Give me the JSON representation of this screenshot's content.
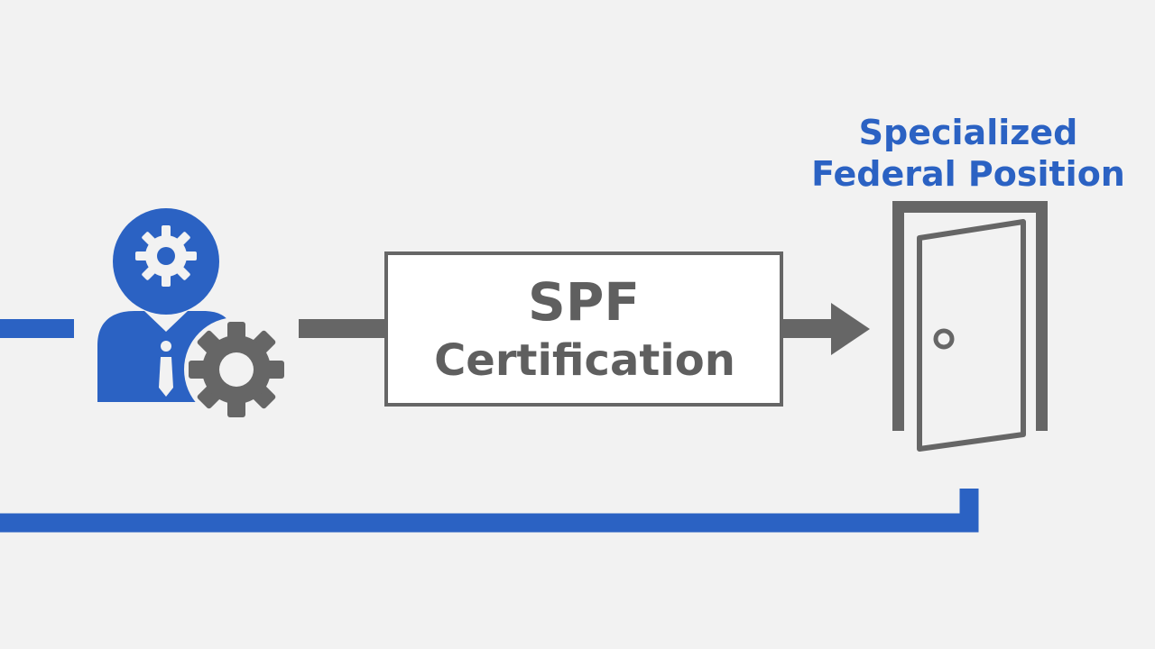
{
  "diagram": {
    "process_box": {
      "line1": "SPF",
      "line2": "Certification"
    },
    "destination": {
      "line1": "Specialized",
      "line2": "Federal Position"
    }
  },
  "colors": {
    "background": "#f2f2f2",
    "blue": "#2b62c3",
    "gray": "#666666",
    "box_fill": "#ffffff"
  },
  "icons": [
    "person-with-gear-icon",
    "gear-icon",
    "tie-icon",
    "open-door-icon",
    "arrow-icon"
  ]
}
